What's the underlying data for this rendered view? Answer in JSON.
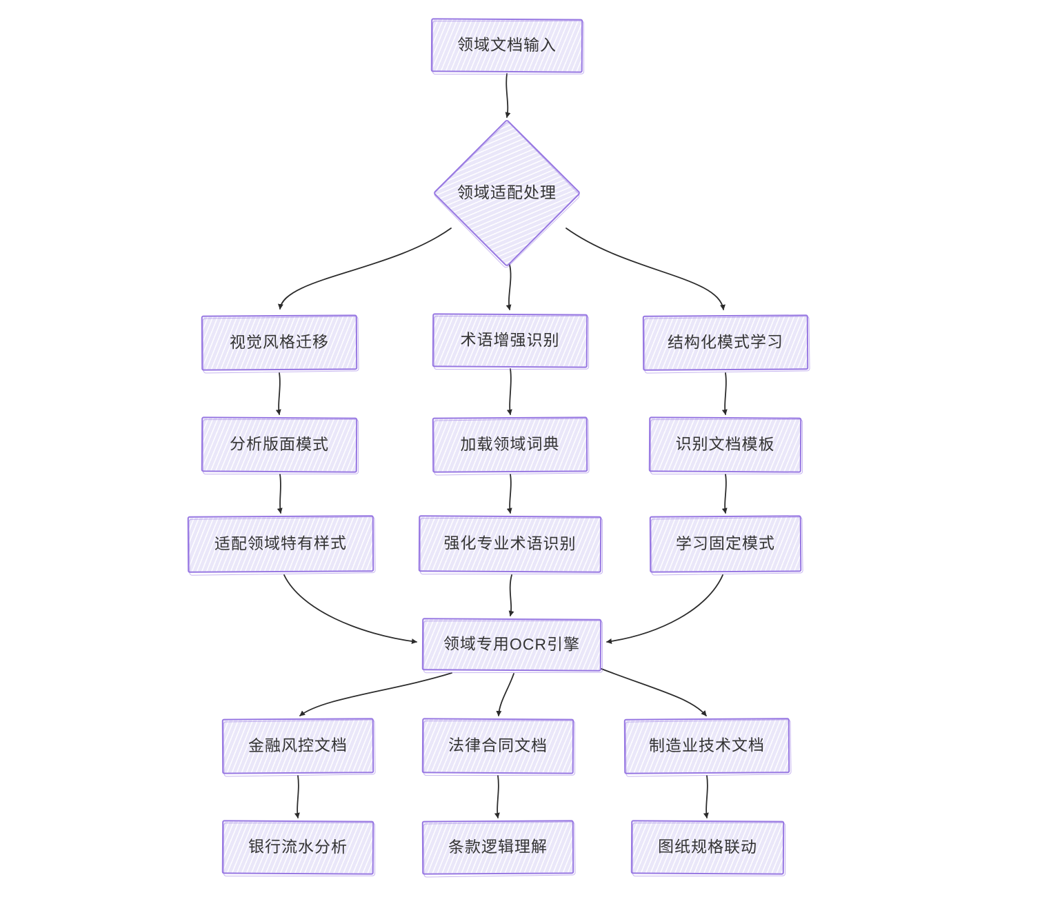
{
  "diagram": {
    "title": "",
    "nodes": {
      "input": {
        "label": "领域文档输入",
        "shape": "rect"
      },
      "decision": {
        "label": "领域适配处理",
        "shape": "diamond"
      },
      "visual": {
        "label": "视觉风格迁移",
        "shape": "rect"
      },
      "layout": {
        "label": "分析版面模式",
        "shape": "rect"
      },
      "style": {
        "label": "适配领域特有样式",
        "shape": "rect"
      },
      "term": {
        "label": "术语增强识别",
        "shape": "rect"
      },
      "dict": {
        "label": "加载领域词典",
        "shape": "rect"
      },
      "term2": {
        "label": "强化专业术语识别",
        "shape": "rect"
      },
      "struct": {
        "label": "结构化模式学习",
        "shape": "rect"
      },
      "template": {
        "label": "识别文档模板",
        "shape": "rect"
      },
      "pattern": {
        "label": "学习固定模式",
        "shape": "rect"
      },
      "ocr": {
        "label": "领域专用OCR引擎",
        "shape": "rect"
      },
      "finance": {
        "label": "金融风控文档",
        "shape": "rect"
      },
      "bank": {
        "label": "银行流水分析",
        "shape": "rect"
      },
      "legal": {
        "label": "法律合同文档",
        "shape": "rect"
      },
      "clause": {
        "label": "条款逻辑理解",
        "shape": "rect"
      },
      "manufacture": {
        "label": "制造业技术文档",
        "shape": "rect"
      },
      "drawing": {
        "label": "图纸规格联动",
        "shape": "rect"
      }
    },
    "edges": [
      {
        "from": "input",
        "to": "decision"
      },
      {
        "from": "decision",
        "to": "visual"
      },
      {
        "from": "decision",
        "to": "term"
      },
      {
        "from": "decision",
        "to": "struct"
      },
      {
        "from": "visual",
        "to": "layout"
      },
      {
        "from": "layout",
        "to": "style"
      },
      {
        "from": "term",
        "to": "dict"
      },
      {
        "from": "dict",
        "to": "term2"
      },
      {
        "from": "struct",
        "to": "template"
      },
      {
        "from": "template",
        "to": "pattern"
      },
      {
        "from": "style",
        "to": "ocr"
      },
      {
        "from": "term2",
        "to": "ocr"
      },
      {
        "from": "pattern",
        "to": "ocr"
      },
      {
        "from": "ocr",
        "to": "finance"
      },
      {
        "from": "ocr",
        "to": "legal"
      },
      {
        "from": "ocr",
        "to": "manufacture"
      },
      {
        "from": "finance",
        "to": "bank"
      },
      {
        "from": "legal",
        "to": "clause"
      },
      {
        "from": "manufacture",
        "to": "drawing"
      }
    ],
    "colors": {
      "node_border": "#9777e2",
      "node_fill": "#eae7f9",
      "arrow_color": "#2b2b2b",
      "text_color": "#333333",
      "bg": "#ffffff"
    }
  }
}
